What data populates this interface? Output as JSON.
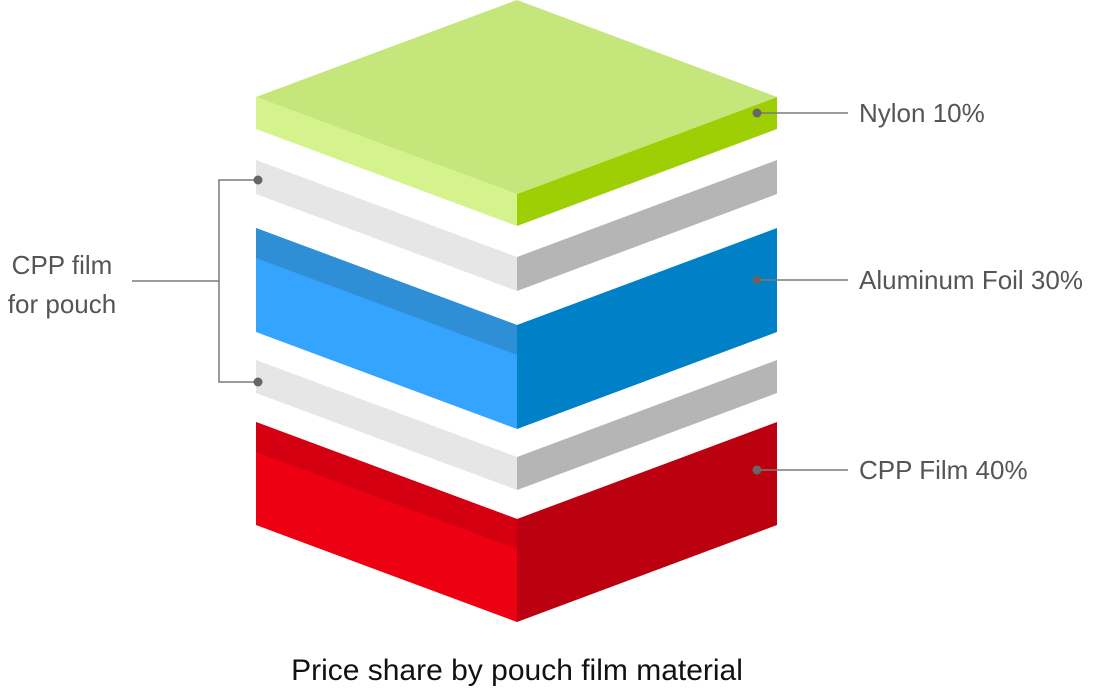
{
  "title": "Price share by pouch film material",
  "layers": [
    {
      "name": "nylon",
      "label": "Nylon 10%",
      "share_percent": 10,
      "colors": {
        "top": "#c4e67a",
        "left": "#d5f38d",
        "right": "#9ecf04",
        "band": "#cdee82"
      }
    },
    {
      "name": "cpp-upper",
      "label": "",
      "colors": {
        "top": "#c9c9c9",
        "left": "#e6e6e6",
        "right": "#b5b5b5",
        "band": "#d0d0d0"
      }
    },
    {
      "name": "aluminum-foil",
      "label": "Aluminum Foil 30%",
      "share_percent": 30,
      "colors": {
        "top": "#3895da",
        "left": "#35a4ff",
        "right": "#0081c7",
        "band": "#2f8fd6"
      }
    },
    {
      "name": "cpp-lower",
      "label": "",
      "colors": {
        "top": "#c9c9c9",
        "left": "#e6e6e6",
        "right": "#b5b5b5",
        "band": "#d0d0d0"
      }
    },
    {
      "name": "cpp-film",
      "label": "CPP Film 40%",
      "share_percent": 40,
      "colors": {
        "top": "#df0519",
        "left": "#ec0012",
        "right": "#bb0010",
        "band": "#d40012"
      }
    }
  ],
  "labels": {
    "nylon": "Nylon 10%",
    "aluminum_foil": "Aluminum Foil 30%",
    "cpp_film": "CPP Film 40%",
    "group_line1": "CPP film",
    "group_line2": "for pouch"
  },
  "colors": {
    "leader_line": "#7a7a7a",
    "leader_dot": "#666666",
    "label_text": "#555555",
    "title_text": "#111111"
  }
}
